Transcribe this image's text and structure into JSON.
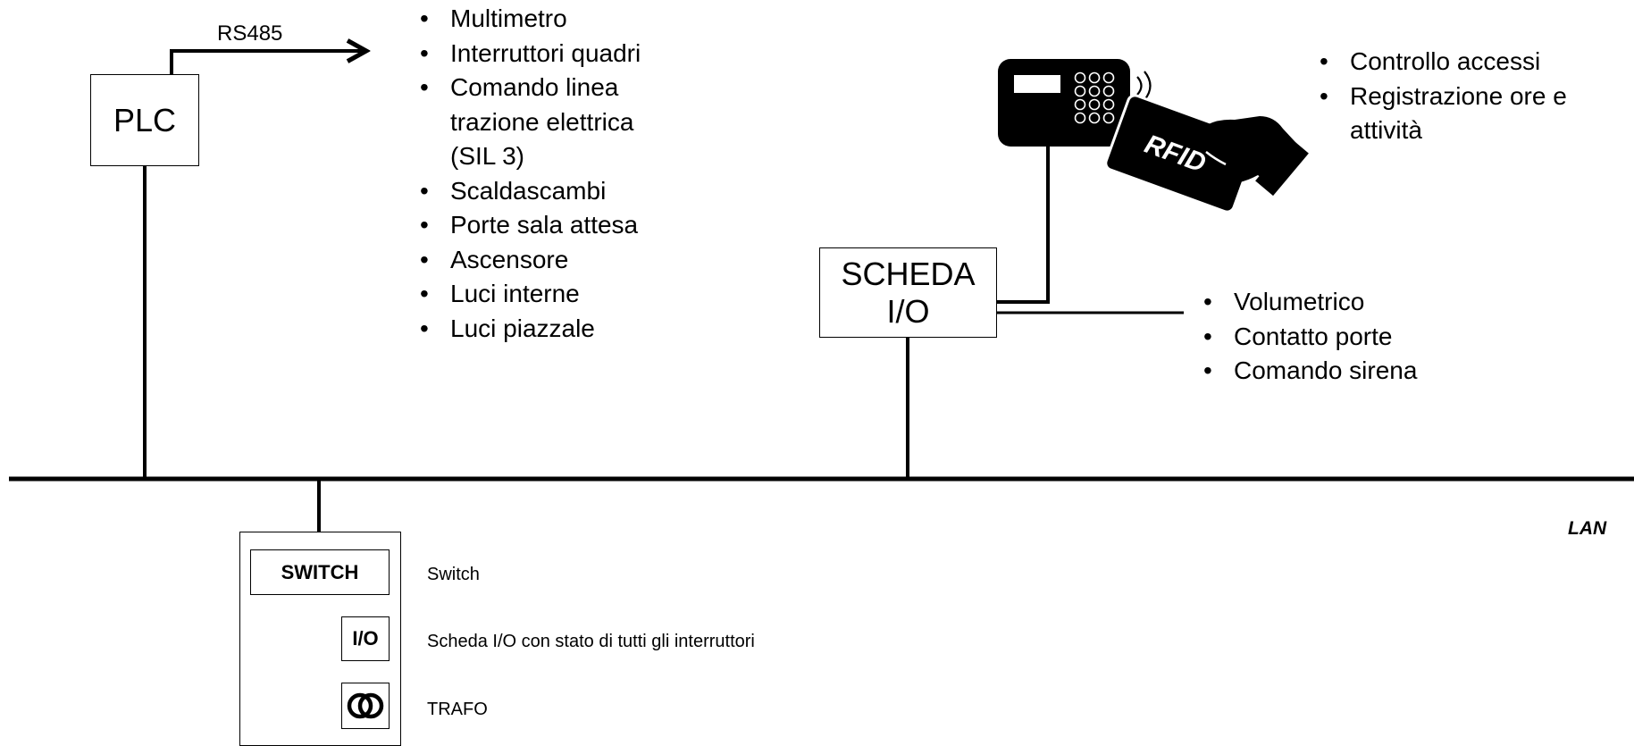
{
  "plc": {
    "label": "PLC",
    "bus_label": "RS485"
  },
  "plc_devices": [
    "Multimetro",
    "Interruttori quadri",
    "Comando linea trazione elettrica (SIL 3)",
    "Scaldascambi",
    "Porte sala attesa",
    "Ascensore",
    "Luci interne",
    "Luci piazzale"
  ],
  "scheda": {
    "line1": "SCHEDA",
    "line2": "I/O"
  },
  "access_items": [
    "Controllo accessi",
    "Registrazione ore e attività"
  ],
  "rfid": {
    "card_text": "RFID"
  },
  "io_items": [
    "Volumetrico",
    "Contatto porte",
    "Comando sirena"
  ],
  "lan": {
    "label": "LAN"
  },
  "cabinet": {
    "switch_label": "SWITCH",
    "io_label": "I/O",
    "legend": {
      "switch": "Switch",
      "io": "Scheda I/O con stato di tutti gli interruttori",
      "trafo": "TRAFO"
    }
  },
  "icons": {
    "trafo": "transformer-icon",
    "reader": "rfid-reader-icon",
    "hand": "hand-icon"
  }
}
